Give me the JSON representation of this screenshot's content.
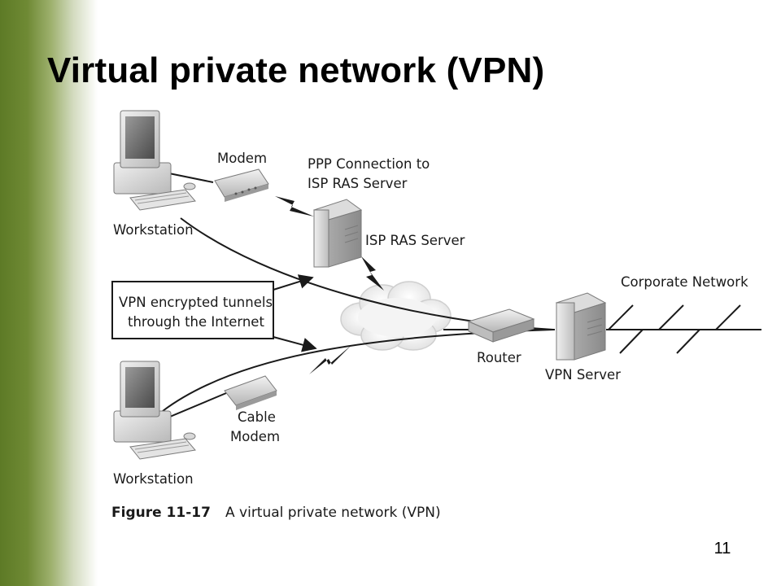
{
  "slide": {
    "title": "Virtual private network (VPN)",
    "page_number": "11"
  },
  "diagram": {
    "labels": {
      "modem": "Modem",
      "ppp_line1": "PPP Connection to",
      "ppp_line2": "ISP RAS Server",
      "workstation_top": "Workstation",
      "isp_ras_server": "ISP RAS Server",
      "corporate_network": "Corporate Network",
      "tunnel_line1": "VPN encrypted tunnels",
      "tunnel_line2": "through the Internet",
      "router": "Router",
      "vpn_server": "VPN Server",
      "cable_line1": "Cable",
      "cable_line2": "Modem",
      "workstation_bottom": "Workstation"
    },
    "figure_number": "Figure 11-17",
    "figure_caption": "A virtual private network (VPN)"
  },
  "colors": {
    "band_dark": "#5d7a26",
    "device_gray": "#c8c8c8",
    "line": "#1a1a1a"
  }
}
